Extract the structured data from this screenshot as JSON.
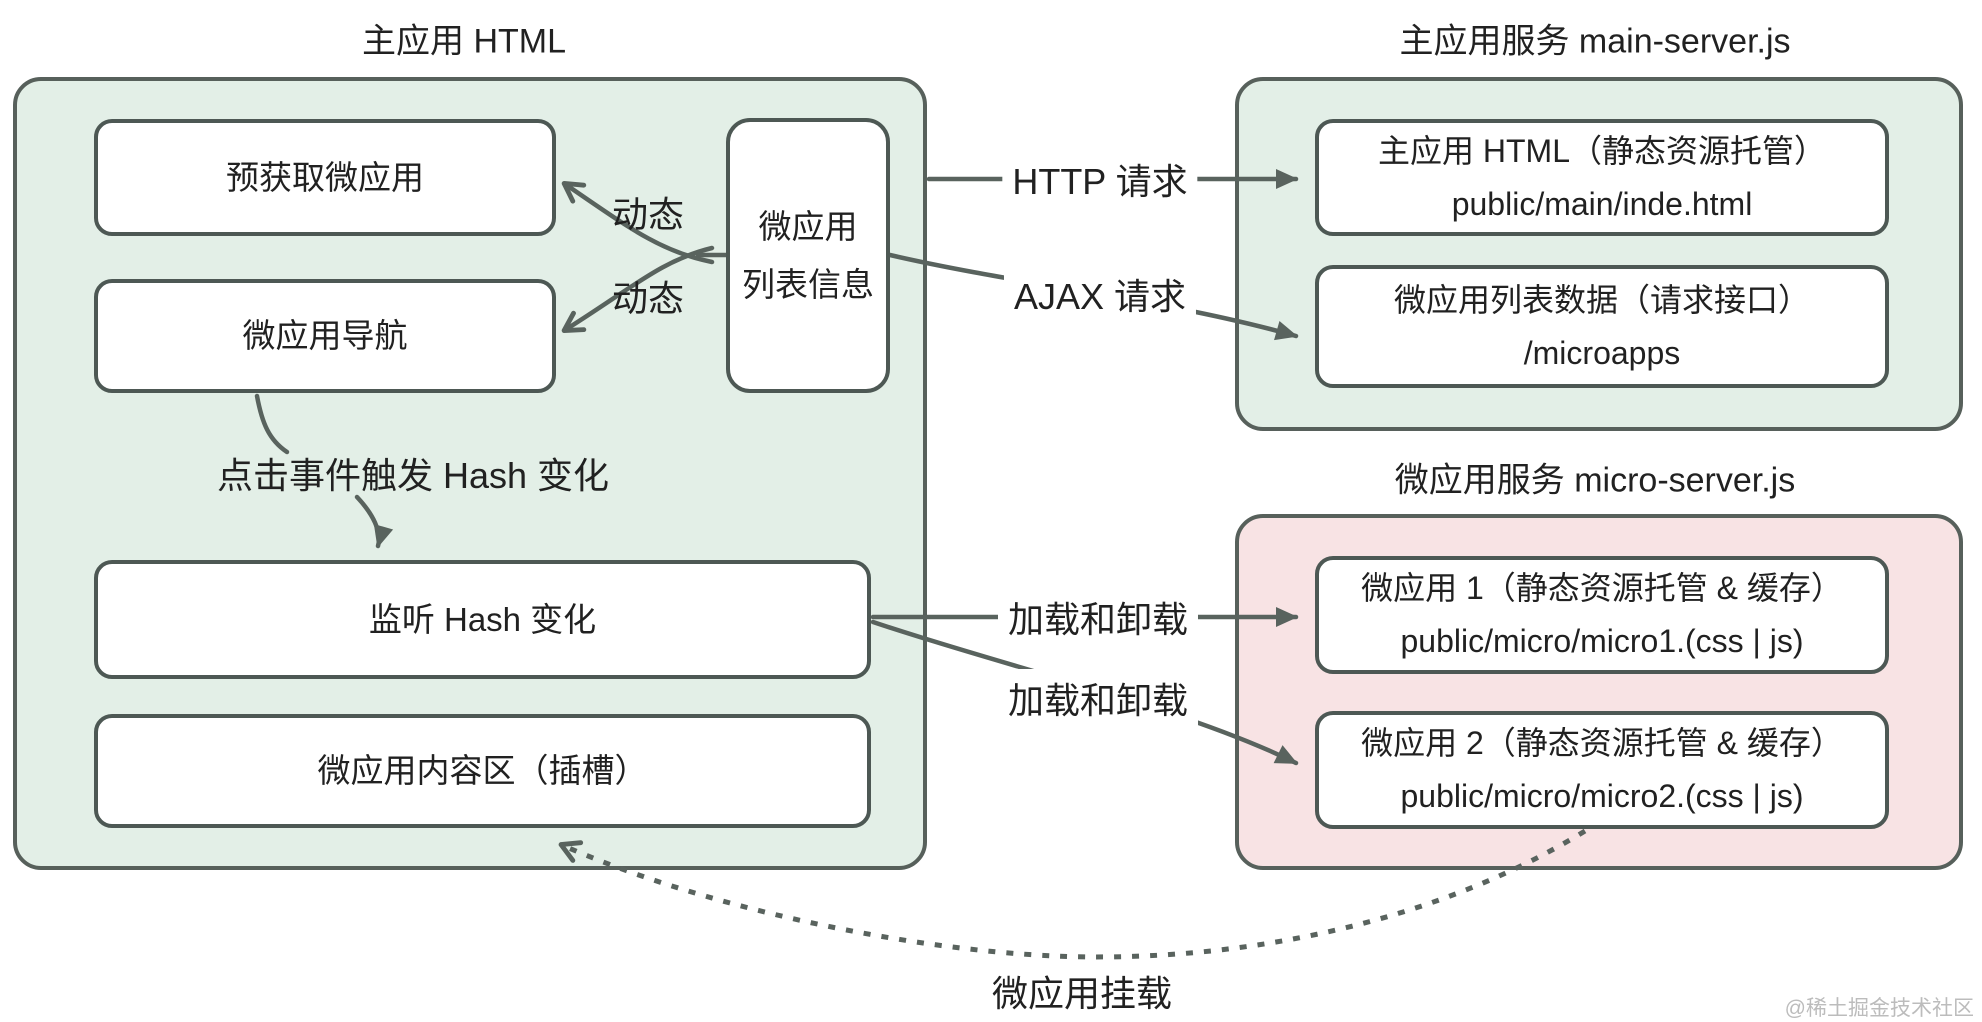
{
  "titles": {
    "main_app_html": "主应用 HTML",
    "main_server": "主应用服务 main-server.js",
    "micro_server": "微应用服务 micro-server.js"
  },
  "main_app": {
    "prefetch": "预获取微应用",
    "nav": "微应用导航",
    "list_info": {
      "line1": "微应用",
      "line2": "列表信息"
    },
    "listen_hash": "监听 Hash 变化",
    "content_slot": "微应用内容区（插槽）"
  },
  "main_server": {
    "html_hosting": {
      "line1": "主应用 HTML（静态资源托管）",
      "line2": "public/main/inde.html"
    },
    "list_api": {
      "line1": "微应用列表数据（请求接口）",
      "line2": "/microapps"
    }
  },
  "micro_server": {
    "micro1": {
      "line1": "微应用 1（静态资源托管 & 缓存）",
      "line2": "public/micro/micro1.(css | js)"
    },
    "micro2": {
      "line1": "微应用 2（静态资源托管 & 缓存）",
      "line2": "public/micro/micro2.(css | js)"
    }
  },
  "labels": {
    "dynamic_top": "动态",
    "dynamic_bottom": "动态",
    "click_hash": "点击事件触发 Hash 变化",
    "http_request": "HTTP 请求",
    "ajax_request": "AJAX 请求",
    "load_unload_1": "加载和卸载",
    "load_unload_2": "加载和卸载",
    "mount": "微应用挂载"
  },
  "watermark": "@稀土掘金技术社区",
  "colors": {
    "green_fill": "#e3efe7",
    "pink_fill": "#f8e3e4",
    "container_border": "#57605b",
    "box_border": "#4d5854",
    "arrow": "#59635e",
    "text": "#212121",
    "watermark": "#bcbcbc",
    "page_bg": "#ffffff"
  }
}
